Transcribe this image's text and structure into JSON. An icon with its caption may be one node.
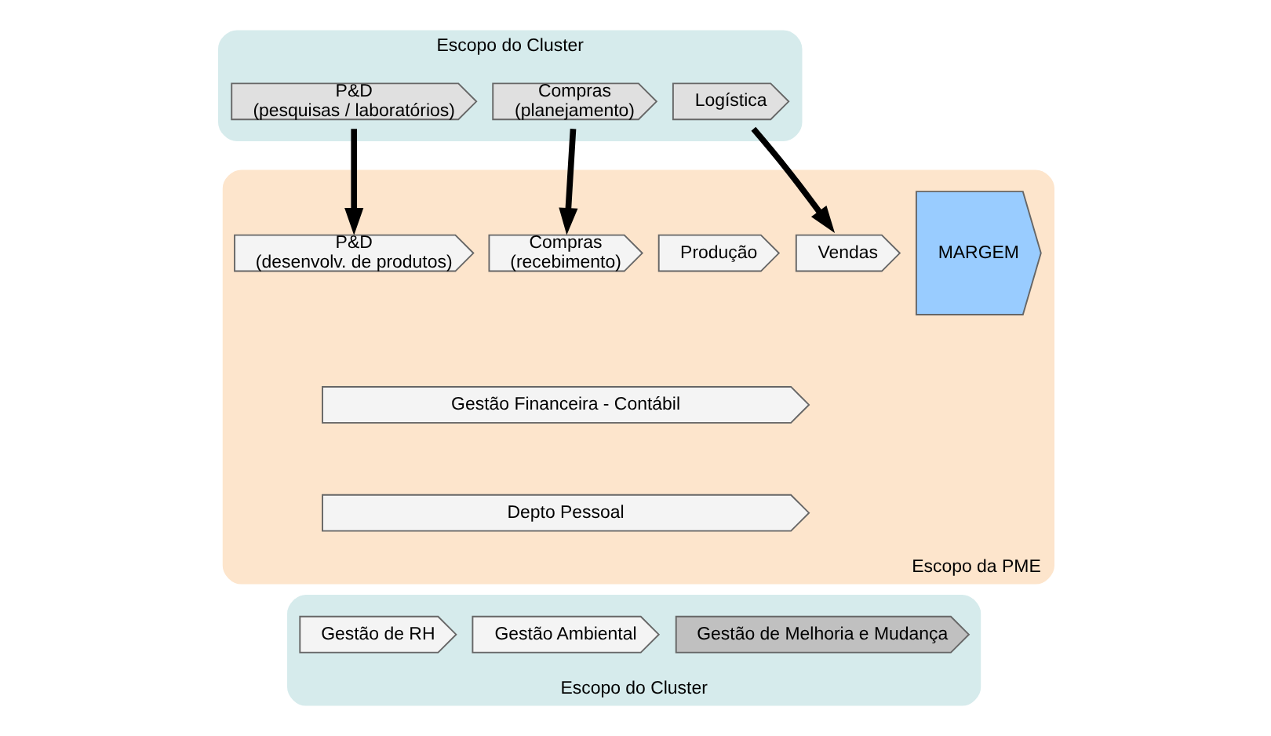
{
  "diagram": {
    "nodes": [
      {
        "text": [
          "Escopo do Cluster"
        ]
      },
      {
        "text": [
          "P&D",
          "(pesquisas / laboratórios)"
        ],
        "in": 0
      },
      {
        "text": [
          "Compras",
          "(planejamento)"
        ],
        "in": 0
      },
      {
        "text": [
          "Logística"
        ],
        "in": 0
      },
      {
        "text": [
          "Escopo da PME"
        ]
      },
      {
        "text": [
          "P&D",
          "(desenvolv. de produtos)"
        ],
        "in": 4
      },
      {
        "text": [
          "Compras",
          "(recebimento)"
        ],
        "in": 4
      },
      {
        "text": [
          "Produção"
        ],
        "in": 4
      },
      {
        "text": [
          "Vendas"
        ],
        "in": 4
      },
      {
        "text": [
          "MARGEM"
        ],
        "in": 4
      },
      {
        "text": [
          "Gestão Financeira - Contábil"
        ],
        "in": 4
      },
      {
        "text": [
          "Depto Pessoal"
        ],
        "in": 4
      },
      {
        "text": [
          "Escopo do Cluster"
        ]
      },
      {
        "text": [
          "Gestão de RH"
        ],
        "in": 12
      },
      {
        "text": [
          "Gestão Ambiental"
        ],
        "in": 12
      },
      {
        "text": [
          "Gestão de Melhoria e Mudança"
        ],
        "in": 12
      }
    ],
    "edges": [
      {
        "from": 1,
        "to": 5,
        "arrow": "to"
      },
      {
        "from": 2,
        "to": 6,
        "arrow": "to"
      },
      {
        "from": 3,
        "to": 8,
        "arrow": "to"
      }
    ]
  }
}
